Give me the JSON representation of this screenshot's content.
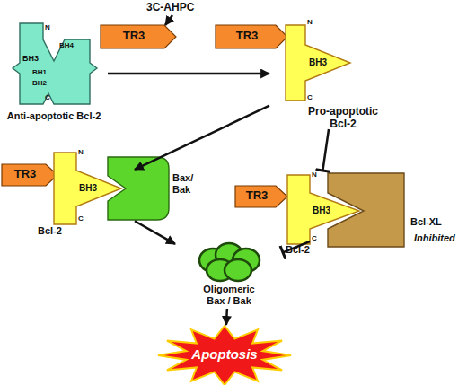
{
  "diagram": {
    "nodes": [
      {
        "text": [
          "TR3"
        ]
      },
      {
        "text": [
          "N",
          "BH4",
          "BH3",
          "BH1",
          "BH2",
          "C",
          "Anti-apoptotic Bcl-2"
        ]
      },
      {
        "text": [
          "TR3"
        ]
      },
      {
        "text": [
          "N",
          "BH3",
          "C",
          "Pro-apoptotic Bcl-2"
        ]
      },
      {
        "text": [
          "TR3"
        ]
      },
      {
        "text": [
          "N",
          "BH3",
          "C",
          "Bcl-2"
        ]
      },
      {
        "text": [
          "Bax/ Bak"
        ]
      },
      {
        "text": [
          "TR3"
        ]
      },
      {
        "text": [
          "N",
          "BH3",
          "C",
          "Bcl-2"
        ]
      },
      {
        "text": [
          "Bcl-XL",
          "Inhibited"
        ]
      },
      {
        "text": [
          "Oligomeric Bax / Bak"
        ]
      },
      {
        "text": [
          "Apoptosis"
        ]
      }
    ],
    "edges": [
      {
        "from": 1,
        "to": 3,
        "arrow": "to"
      },
      {
        "from": 3,
        "to": 5,
        "arrow": "to"
      },
      {
        "from": 3,
        "to": 8,
        "arrow": "to"
      },
      {
        "from": 5,
        "to": 10,
        "arrow": "to"
      },
      {
        "from": 9,
        "to": 10,
        "arrow": "to"
      },
      {
        "from": 10,
        "to": 11,
        "arrow": "to"
      }
    ],
    "labels": [
      "3C-AHPC"
    ]
  }
}
